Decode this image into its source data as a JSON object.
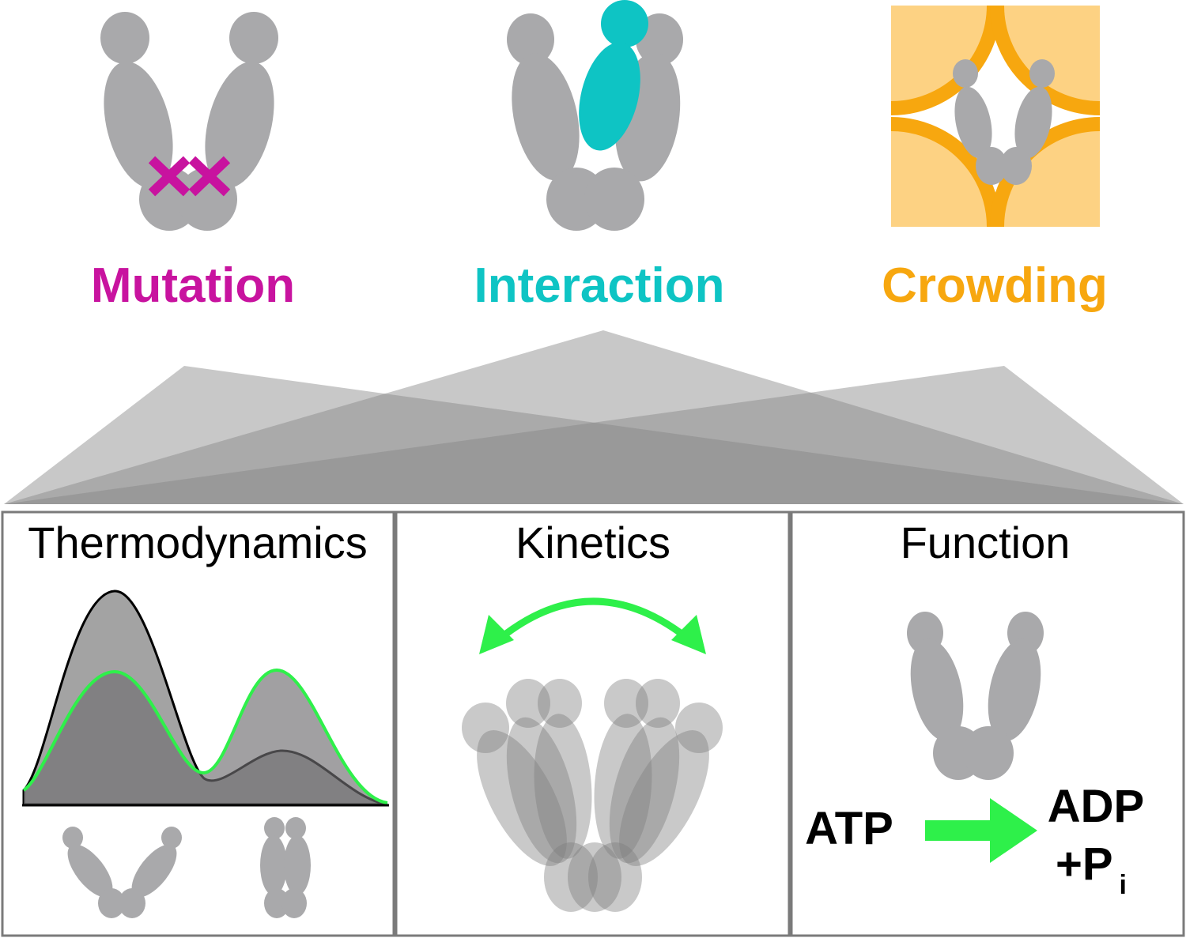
{
  "colors": {
    "protein": "#a9a9ab",
    "mutation": "#c8139f",
    "interaction": "#0ec4c4",
    "crowding": "#f7a70f",
    "crowding_light": "#fdd283",
    "green": "#2ef04a",
    "dark_fill": "#6f6d70",
    "mid_fill": "#a3a3a3",
    "wedge": "#8a8a8a"
  },
  "headings": {
    "mutation": "Mutation",
    "interaction": "Interaction",
    "crowding": "Crowding"
  },
  "panels": {
    "thermodynamics": "Thermodynamics",
    "kinetics": "Kinetics",
    "function": "Function"
  },
  "reaction": {
    "substrate": "ATP",
    "product": "ADP",
    "product2_main": "+P",
    "product2_sub": "i"
  },
  "icons": {
    "mutation_marks": "x-marks-icon",
    "arrow": "double-arrow-icon",
    "reaction_arrow": "right-arrow-icon"
  }
}
